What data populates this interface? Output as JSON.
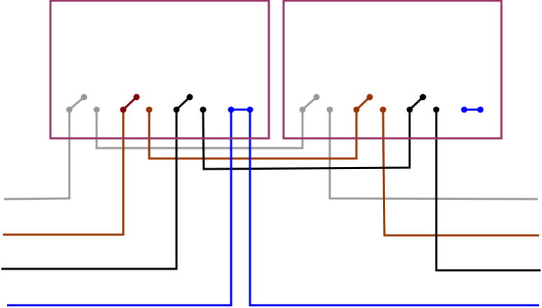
{
  "colors": {
    "box": "#993366",
    "gray": "#999999",
    "dark_red": "#800000",
    "brown": "#993300",
    "black": "#000000",
    "blue": "#0000ff"
  },
  "components": {
    "boxes": [
      "left-device-box",
      "right-device-box"
    ],
    "switch_groups": [
      "gray",
      "brown",
      "black",
      "blue"
    ]
  }
}
